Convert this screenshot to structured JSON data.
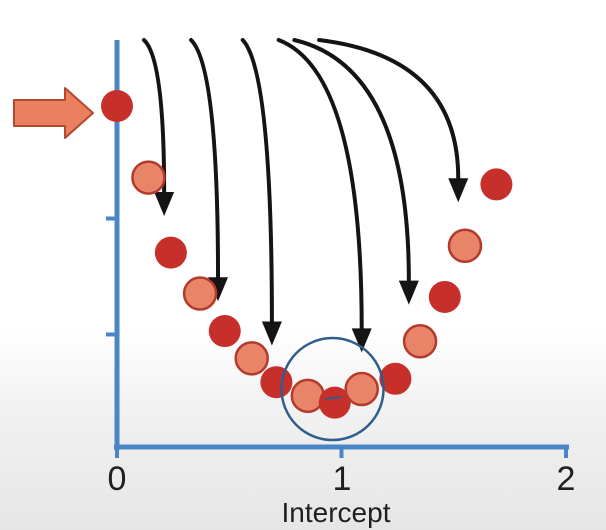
{
  "chart_data": {
    "type": "scatter",
    "xlabel": "Intercept",
    "ylabel": "",
    "xlim": [
      0,
      2
    ],
    "ylim": [
      0,
      1
    ],
    "x_ticks": [
      "0",
      "1",
      "2"
    ],
    "series": [
      {
        "role": "steps",
        "color": "#c72f2a",
        "points": [
          {
            "x": 0.0,
            "y": 1.0
          },
          {
            "x": 0.24,
            "y": 0.57
          },
          {
            "x": 0.48,
            "y": 0.34
          },
          {
            "x": 0.71,
            "y": 0.19
          },
          {
            "x": 0.97,
            "y": 0.13
          },
          {
            "x": 1.24,
            "y": 0.2
          },
          {
            "x": 1.46,
            "y": 0.44
          },
          {
            "x": 1.69,
            "y": 0.77
          }
        ]
      },
      {
        "role": "intermediate",
        "color": "#e88468",
        "points": [
          {
            "x": 0.14,
            "y": 0.79
          },
          {
            "x": 0.37,
            "y": 0.45
          },
          {
            "x": 0.6,
            "y": 0.26
          },
          {
            "x": 0.85,
            "y": 0.15
          },
          {
            "x": 1.09,
            "y": 0.17
          },
          {
            "x": 1.35,
            "y": 0.31
          },
          {
            "x": 1.55,
            "y": 0.59
          }
        ]
      }
    ],
    "grid": false,
    "annotations": {
      "pointer_arrow": {
        "color": "#ea8060",
        "target": "first-point"
      },
      "curved_arrows": [
        {
          "from_x": 0.12,
          "to_x": 0.21,
          "to_y": 0.66
        },
        {
          "from_x": 0.33,
          "to_x": 0.45,
          "to_y": 0.41
        },
        {
          "from_x": 0.56,
          "to_x": 0.69,
          "to_y": 0.28
        },
        {
          "from_x": 0.72,
          "to_x": 1.09,
          "to_y": 0.26
        },
        {
          "from_x": 0.79,
          "to_x": 1.3,
          "to_y": 0.4
        },
        {
          "from_x": 0.9,
          "to_x": 1.52,
          "to_y": 0.7
        }
      ],
      "highlight_circle": {
        "x": 0.96,
        "y": 0.17,
        "color": "#2f5e8a"
      }
    },
    "axis_color": "#4a86c5",
    "arrow_color": "#141414"
  }
}
